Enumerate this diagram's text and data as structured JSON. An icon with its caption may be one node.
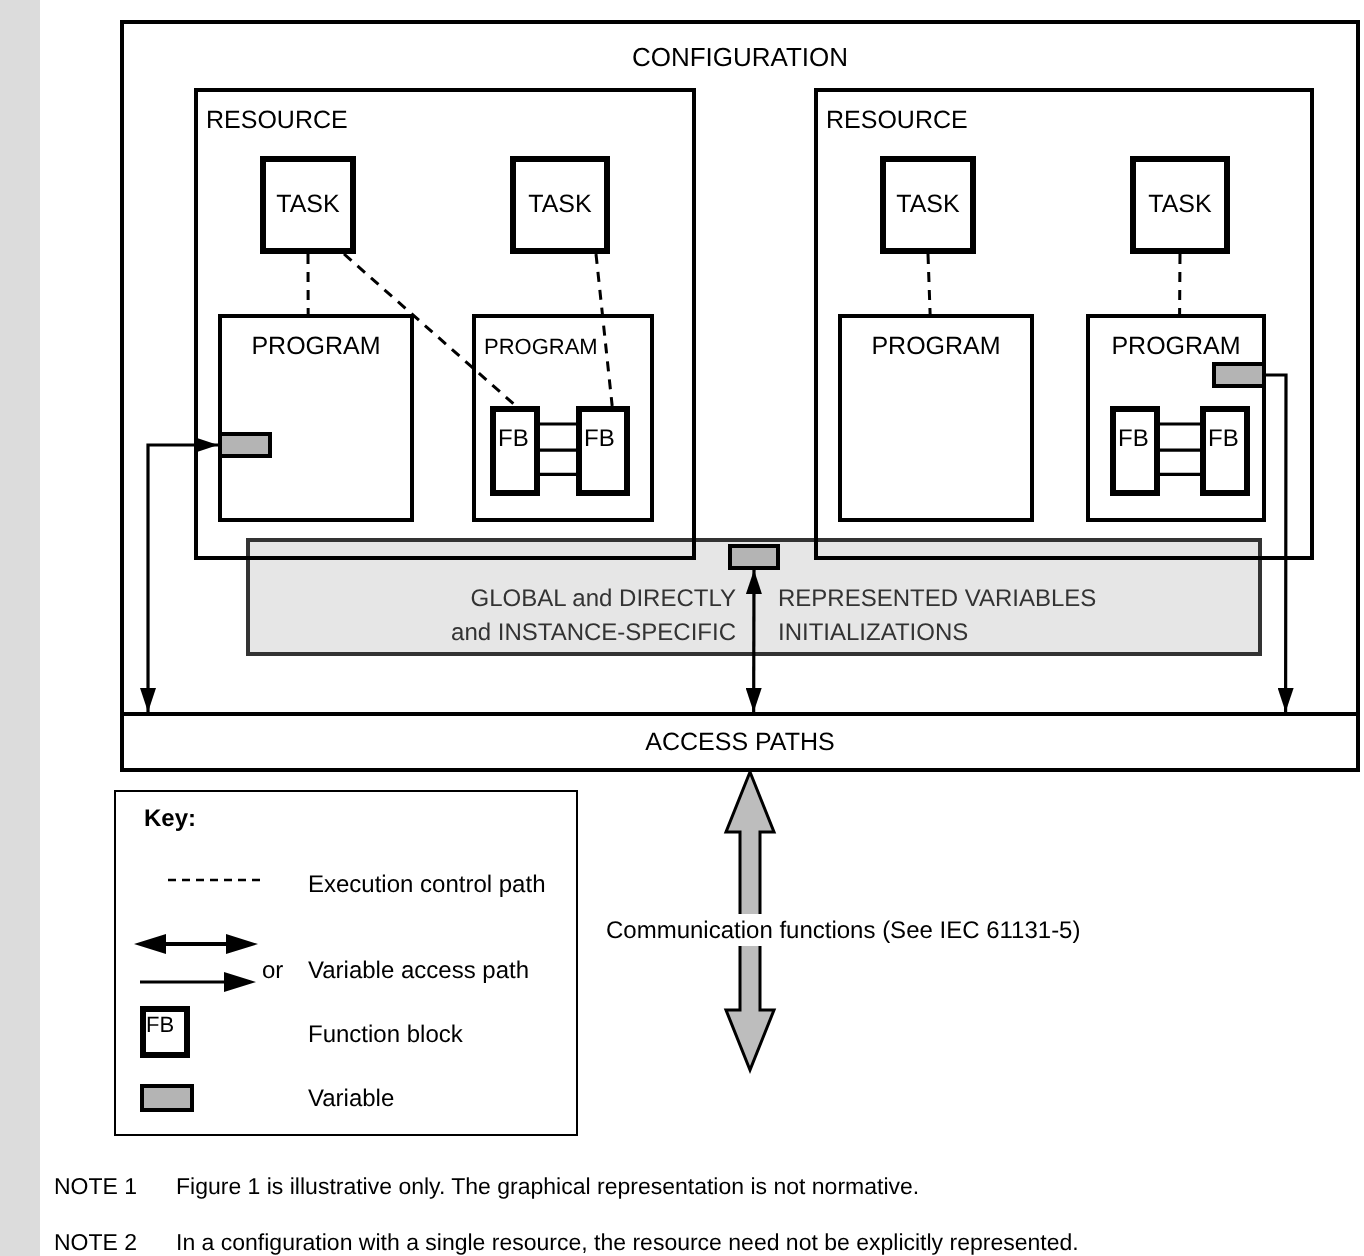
{
  "diagram": {
    "nodes": [
      {
        "text": [
          "CONFIGURATION"
        ]
      },
      {
        "text": [
          "RESOURCE"
        ],
        "in": 0
      },
      {
        "text": [
          "TASK"
        ],
        "in": 1
      },
      {
        "text": [
          "TASK"
        ],
        "in": 1
      },
      {
        "text": [
          "PROGRAM"
        ],
        "in": 1
      },
      {
        "text": [],
        "shape": "bar",
        "in": 4
      },
      {
        "text": [
          "PROGRAM"
        ],
        "in": 1
      },
      {
        "text": [
          "FB"
        ],
        "in": 6
      },
      {
        "text": [
          "FB"
        ],
        "in": 6
      },
      {
        "text": [
          "RESOURCE"
        ],
        "in": 0
      },
      {
        "text": [
          "TASK"
        ],
        "in": 9
      },
      {
        "text": [
          "TASK"
        ],
        "in": 9
      },
      {
        "text": [
          "PROGRAM"
        ],
        "in": 9
      },
      {
        "text": [
          "PROGRAM"
        ],
        "in": 9
      },
      {
        "text": [],
        "shape": "bar",
        "in": 13
      },
      {
        "text": [
          "FB"
        ],
        "in": 13
      },
      {
        "text": [
          "FB"
        ],
        "in": 13
      },
      {
        "text": [
          "GLOBAL and DIRECTLY and INSTANCE-SPECIFIC",
          "REPRESENTED VARIABLES INITIALIZATIONS"
        ],
        "in": 0
      },
      {
        "text": [],
        "shape": "bar",
        "in": 17
      },
      {
        "text": [
          "ACCESS PATHS"
        ]
      }
    ],
    "edges": [
      {
        "from": 2,
        "to": 4,
        "arrow": "none",
        "style": "dashed"
      },
      {
        "from": 2,
        "to": 7,
        "arrow": "none",
        "style": "dashed"
      },
      {
        "from": 3,
        "to": 8,
        "arrow": "none",
        "style": "dashed"
      },
      {
        "from": 10,
        "to": 12,
        "arrow": "none",
        "style": "dashed"
      },
      {
        "from": 11,
        "to": 13,
        "arrow": "none",
        "style": "dashed"
      },
      {
        "from": 7,
        "to": 8,
        "arrow": "none"
      },
      {
        "from": 7,
        "to": 8,
        "arrow": "none"
      },
      {
        "from": 7,
        "to": 8,
        "arrow": "none"
      },
      {
        "from": 15,
        "to": 16,
        "arrow": "none"
      },
      {
        "from": 15,
        "to": 16,
        "arrow": "none"
      },
      {
        "from": 15,
        "to": 16,
        "arrow": "none"
      },
      {
        "from": 19,
        "to": 5,
        "arrow": "both"
      },
      {
        "from": 18,
        "to": 19,
        "arrow": "both"
      },
      {
        "from": 14,
        "to": 19,
        "arrow": "to"
      },
      {
        "from": 19,
        "to": null,
        "arrow": "both",
        "label": "Communication functions (See IEC 61131-5)",
        "style": "thick"
      }
    ],
    "labels": [
      "Key:",
      "or",
      "FB",
      "NOTE 1",
      "Figure 1 is illustrative only. The graphical representation is not normative.",
      "NOTE 2",
      "In a configuration with a single resource, the resource need not be explicitly represented."
    ],
    "legend": [
      {
        "text": "Execution control path"
      },
      {
        "text": "Variable access path"
      },
      {
        "text": "Function block"
      },
      {
        "text": "Variable",
        "color": "#b4b4b4"
      }
    ]
  }
}
